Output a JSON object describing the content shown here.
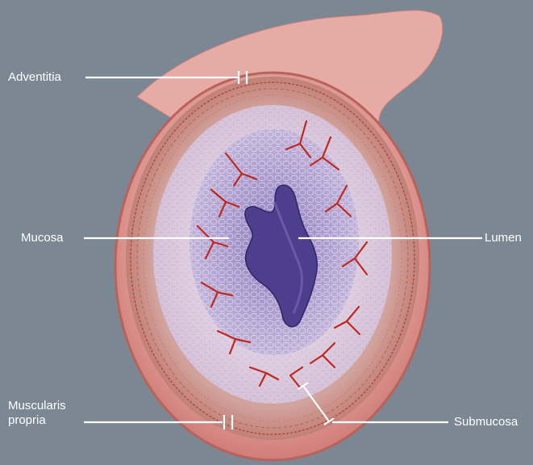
{
  "labels": {
    "adventitia": "Adventitia",
    "mucosa": "Mucosa",
    "lumen": "Lumen",
    "muscularis_propria": "Muscularis\npropria",
    "submucosa": "Submucosa"
  },
  "colors": {
    "background": "#7b8893",
    "label_text": "#ffffff",
    "adventitia_outer": "#d88e8a",
    "muscle_layer": "#c98f85",
    "submucosa": "#d9c5d6",
    "mucosa": "#a894c8",
    "lumen": "#5a4d9a",
    "vessels": "#c0281e"
  }
}
